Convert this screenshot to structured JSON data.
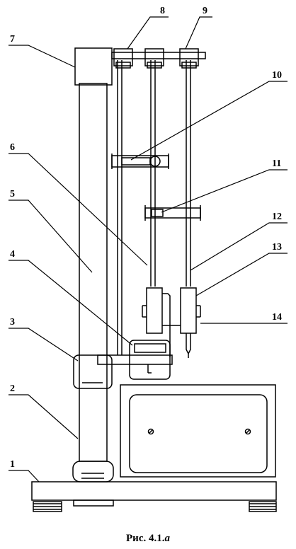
{
  "figure": {
    "callouts": [
      "1",
      "2",
      "3",
      "4",
      "5",
      "6",
      "7",
      "8",
      "9",
      "10",
      "11",
      "12",
      "13",
      "14"
    ],
    "caption_prefix": "Рис. 4.1.",
    "caption_suffix": "а"
  },
  "colors": {
    "line": "#000000",
    "background": "#ffffff"
  }
}
